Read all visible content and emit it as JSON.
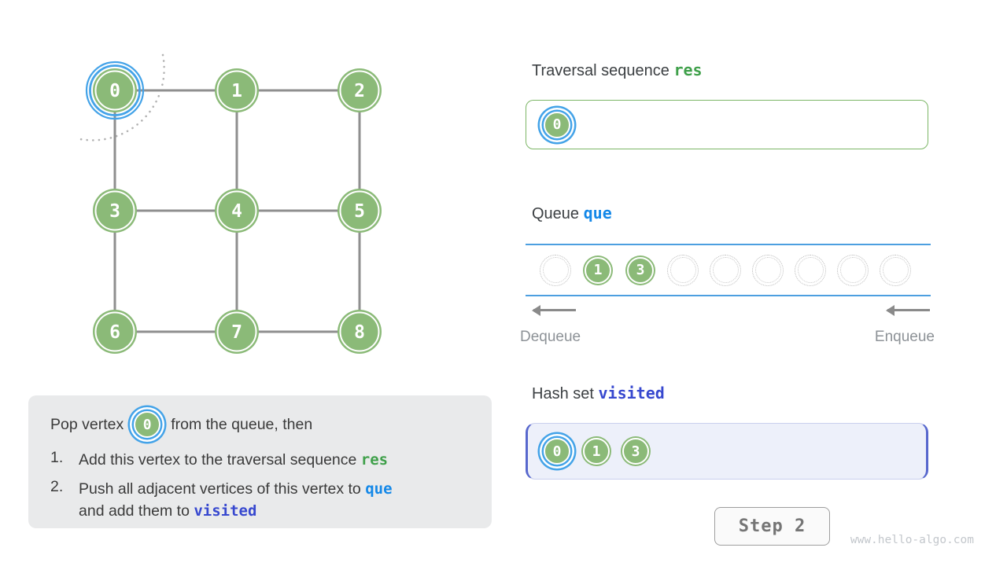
{
  "graph": {
    "nodes": [
      {
        "label": "0",
        "highlighted": true
      },
      {
        "label": "1",
        "highlighted": false
      },
      {
        "label": "2",
        "highlighted": false
      },
      {
        "label": "3",
        "highlighted": false
      },
      {
        "label": "4",
        "highlighted": false
      },
      {
        "label": "5",
        "highlighted": false
      },
      {
        "label": "6",
        "highlighted": false
      },
      {
        "label": "7",
        "highlighted": false
      },
      {
        "label": "8",
        "highlighted": false
      }
    ],
    "edges": [
      [
        0,
        1
      ],
      [
        1,
        2
      ],
      [
        3,
        4
      ],
      [
        4,
        5
      ],
      [
        6,
        7
      ],
      [
        7,
        8
      ],
      [
        0,
        3
      ],
      [
        3,
        6
      ],
      [
        1,
        4
      ],
      [
        4,
        7
      ],
      [
        2,
        5
      ],
      [
        5,
        8
      ]
    ]
  },
  "description": {
    "pop_prefix": "Pop vertex",
    "pop_vertex": "0",
    "pop_suffix": "from the queue, then",
    "items": [
      {
        "num": "1.",
        "text": "Add this vertex to the traversal sequence",
        "code": "res"
      },
      {
        "num": "2.",
        "text": "Push all adjacent vertices of this vertex to",
        "code": "que",
        "mid": "and add them to",
        "code2": "visited"
      }
    ]
  },
  "res_section": {
    "title_prefix": "Traversal sequence",
    "code": "res",
    "items": [
      "0"
    ]
  },
  "queue_section": {
    "title_prefix": "Queue",
    "code": "que",
    "slots": [
      "",
      "1",
      "3",
      "",
      "",
      "",
      "",
      "",
      ""
    ],
    "dequeue_label": "Dequeue",
    "enqueue_label": "Enqueue"
  },
  "visited_section": {
    "title_prefix": "Hash set",
    "code": "visited",
    "items": [
      "0",
      "1",
      "3"
    ]
  },
  "step_button": {
    "label": "Step 2"
  },
  "watermark": "www.hello-algo.com",
  "colors": {
    "green": "#8bba78",
    "blue": "#44a3e8",
    "green-code": "#3fa04a",
    "blue-code": "#1488e8",
    "indigo-code": "#3748cf",
    "edge-gray": "#8f8f8f"
  }
}
